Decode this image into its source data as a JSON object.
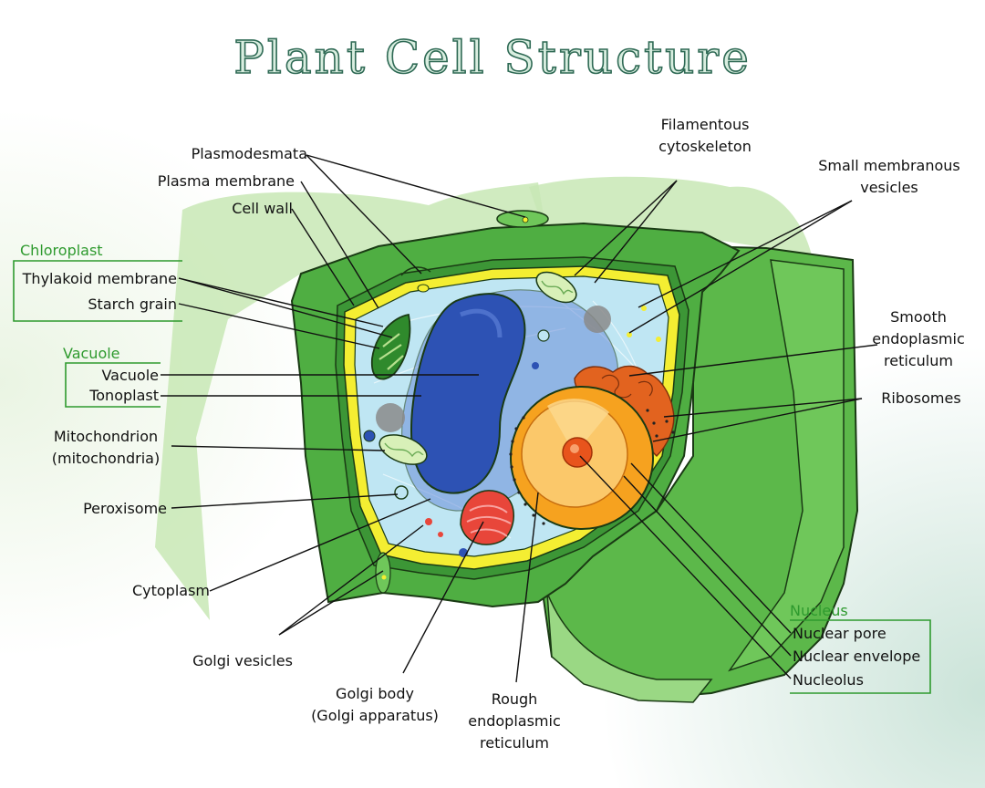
{
  "title": "Plant Cell Structure",
  "groups": {
    "chloroplast": "Chloroplast",
    "vacuole": "Vacuole",
    "nucleus": "Nucleus"
  },
  "labels": {
    "plasmodesmata": "Plasmodesmata",
    "plasma_membrane": "Plasma membrane",
    "cell_wall": "Cell wall",
    "thylakoid_membrane": "Thylakoid membrane",
    "starch_grain": "Starch grain",
    "vacuole": "Vacuole",
    "tonoplast": "Tonoplast",
    "mitochondrion_1": "Mitochondrion",
    "mitochondrion_2": "(mitochondria)",
    "peroxisome": "Peroxisome",
    "cytoplasm": "Cytoplasm",
    "golgi_vesicles": "Golgi vesicles",
    "golgi_body_1": "Golgi body",
    "golgi_body_2": "(Golgi apparatus)",
    "rough_er_1": "Rough",
    "rough_er_2": "endoplasmic",
    "rough_er_3": "reticulum",
    "filamentous_1": "Filamentous",
    "filamentous_2": "cytoskeleton",
    "small_vesicles_1": "Small membranous",
    "small_vesicles_2": "vesicles",
    "smooth_er_1": "Smooth",
    "smooth_er_2": "endoplasmic",
    "smooth_er_3": "reticulum",
    "ribosomes": "Ribosomes",
    "nuclear_pore": "Nuclear pore",
    "nuclear_envelope": "Nuclear envelope",
    "nucleolus": "Nucleolus"
  },
  "colors": {
    "cell_wall_dark": "#3f9d3a",
    "cell_wall_light": "#8fd26b",
    "plasma_membrane": "#f4ee32",
    "cytoplasm": "#bfe6f3",
    "vacuole": "#2d52b4",
    "nucleus": "#f6a21f",
    "golgi": "#e8463a",
    "accent_green": "#2e9a2e"
  }
}
